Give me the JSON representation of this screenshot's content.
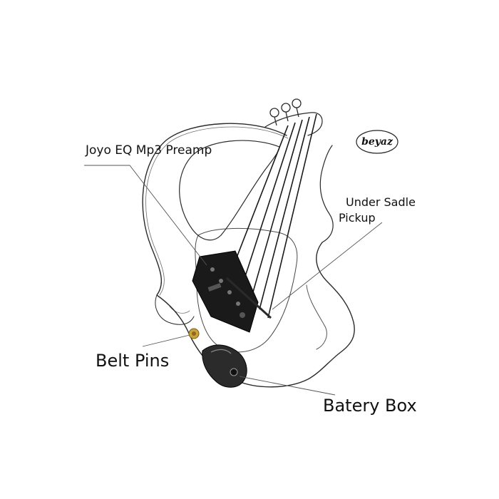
{
  "labels": {
    "preamp": "Joyo EQ Mp3 Preamp",
    "pickup_line1": "Under Sadle",
    "pickup_line2": "Pickup",
    "belt_pins": "Belt Pins",
    "battery_box": "Batery Box"
  },
  "logo": {
    "text": "beyaz"
  },
  "colors": {
    "outline": "#2a2a2a",
    "preamp_panel": "#1a1a1a",
    "belt_pin": "#c9a43a",
    "leader_line": "#555555"
  }
}
